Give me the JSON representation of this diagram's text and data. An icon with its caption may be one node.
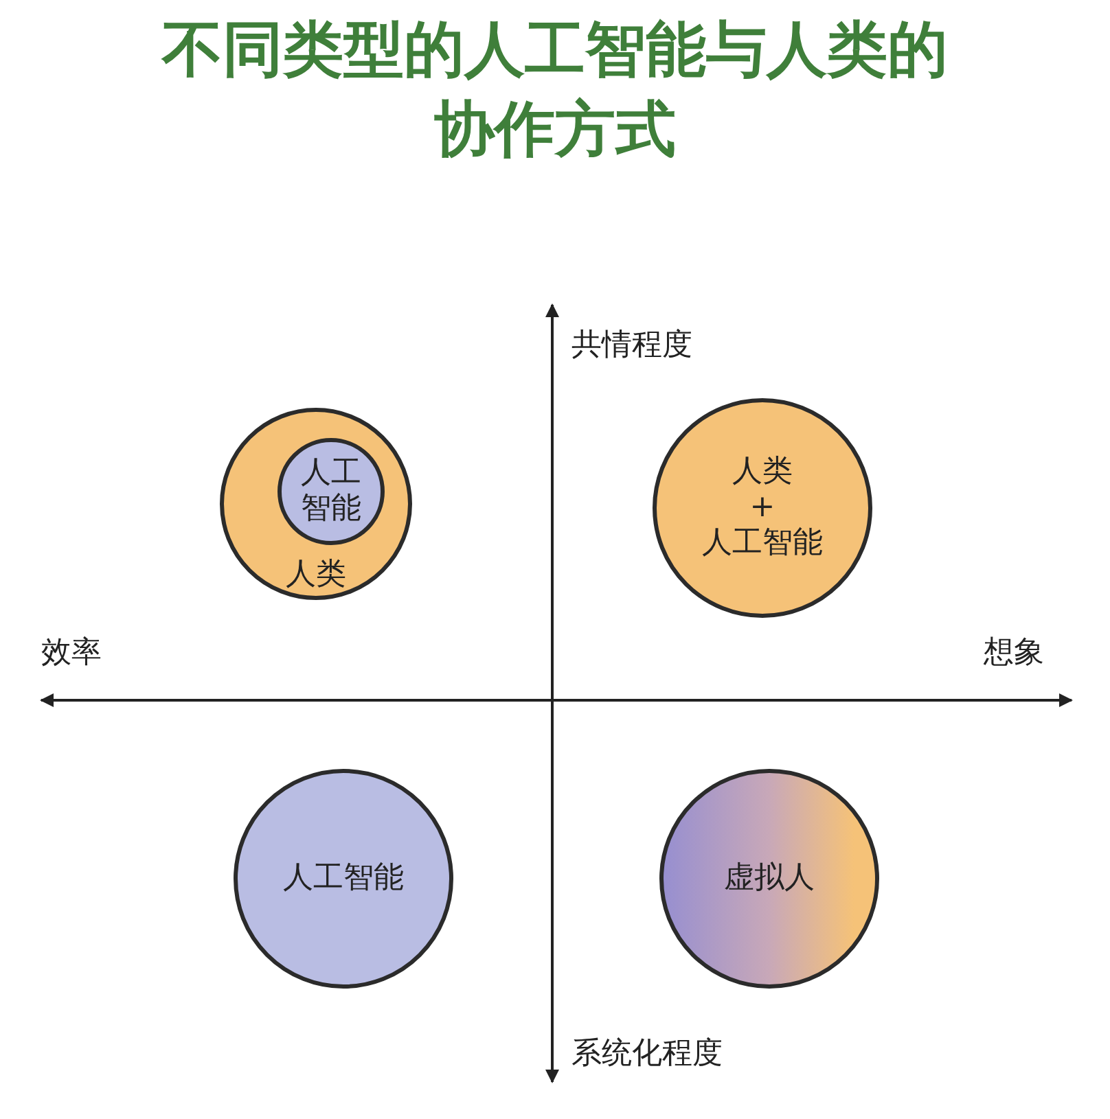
{
  "diagram": {
    "title": "不同类型的人工智能与人类的协作方式",
    "nodes": [
      {
        "text": [
          "人类"
        ]
      },
      {
        "text": [
          "人工智能"
        ],
        "in": 0
      },
      {
        "text": [
          "人类",
          "+",
          "人工智能"
        ]
      },
      {
        "text": [
          "人工智能"
        ]
      },
      {
        "text": [
          "虚拟人"
        ]
      }
    ],
    "labels": [
      "共情程度",
      "效率",
      "想象",
      "系统化程度"
    ]
  }
}
